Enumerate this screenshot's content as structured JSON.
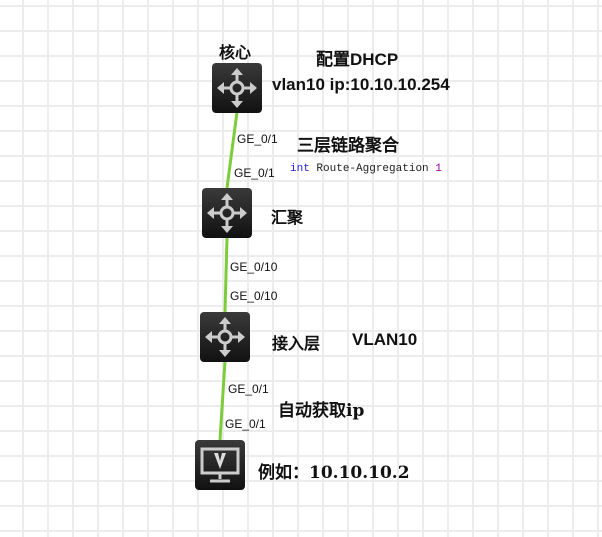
{
  "nodes": [
    {
      "label": "核心",
      "icon": "switch"
    },
    {
      "label": "汇聚",
      "icon": "switch"
    },
    {
      "label": "接入层",
      "icon": "switch"
    },
    {
      "label": "",
      "icon": "pc"
    }
  ],
  "annotations": {
    "dhcp": "配置DHCP",
    "vlan_ip": "vlan10 ip:10.10.10.254",
    "aggregation": "三层链路聚合",
    "code_kw": "int",
    "code_text": "Route-Aggregation",
    "code_num": "1",
    "vlan10": "VLAN10",
    "auto_ip": "自动获取ip",
    "example": "例如：10.10.10.2"
  },
  "links": [
    {
      "a": "GE_0/1",
      "b": "GE_0/1"
    },
    {
      "a": "GE_0/10",
      "b": "GE_0/10"
    },
    {
      "a": "GE_0/1",
      "b": "GE_0/1"
    }
  ],
  "colors": {
    "link": "#7ccd3a",
    "keyword": "#2222dd",
    "number": "#990099"
  }
}
